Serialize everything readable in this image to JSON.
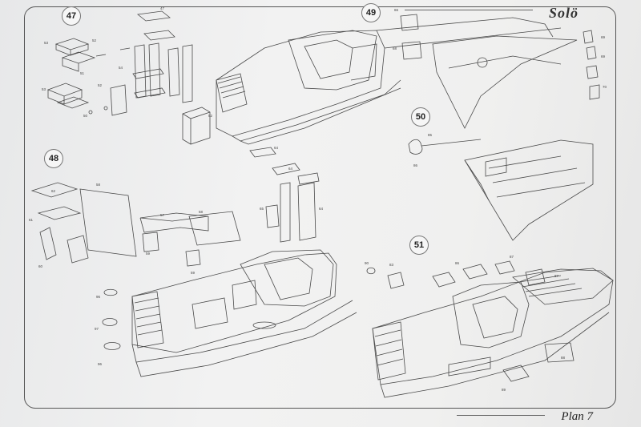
{
  "header": {
    "title": "Solö"
  },
  "footer": {
    "plan_label": "Plan 7"
  },
  "steps": [
    "47",
    "48",
    "49",
    "50",
    "51"
  ],
  "colors": {
    "paper": "#f0f0ef",
    "ink": "#4a4a4a",
    "frame": "#555555"
  }
}
